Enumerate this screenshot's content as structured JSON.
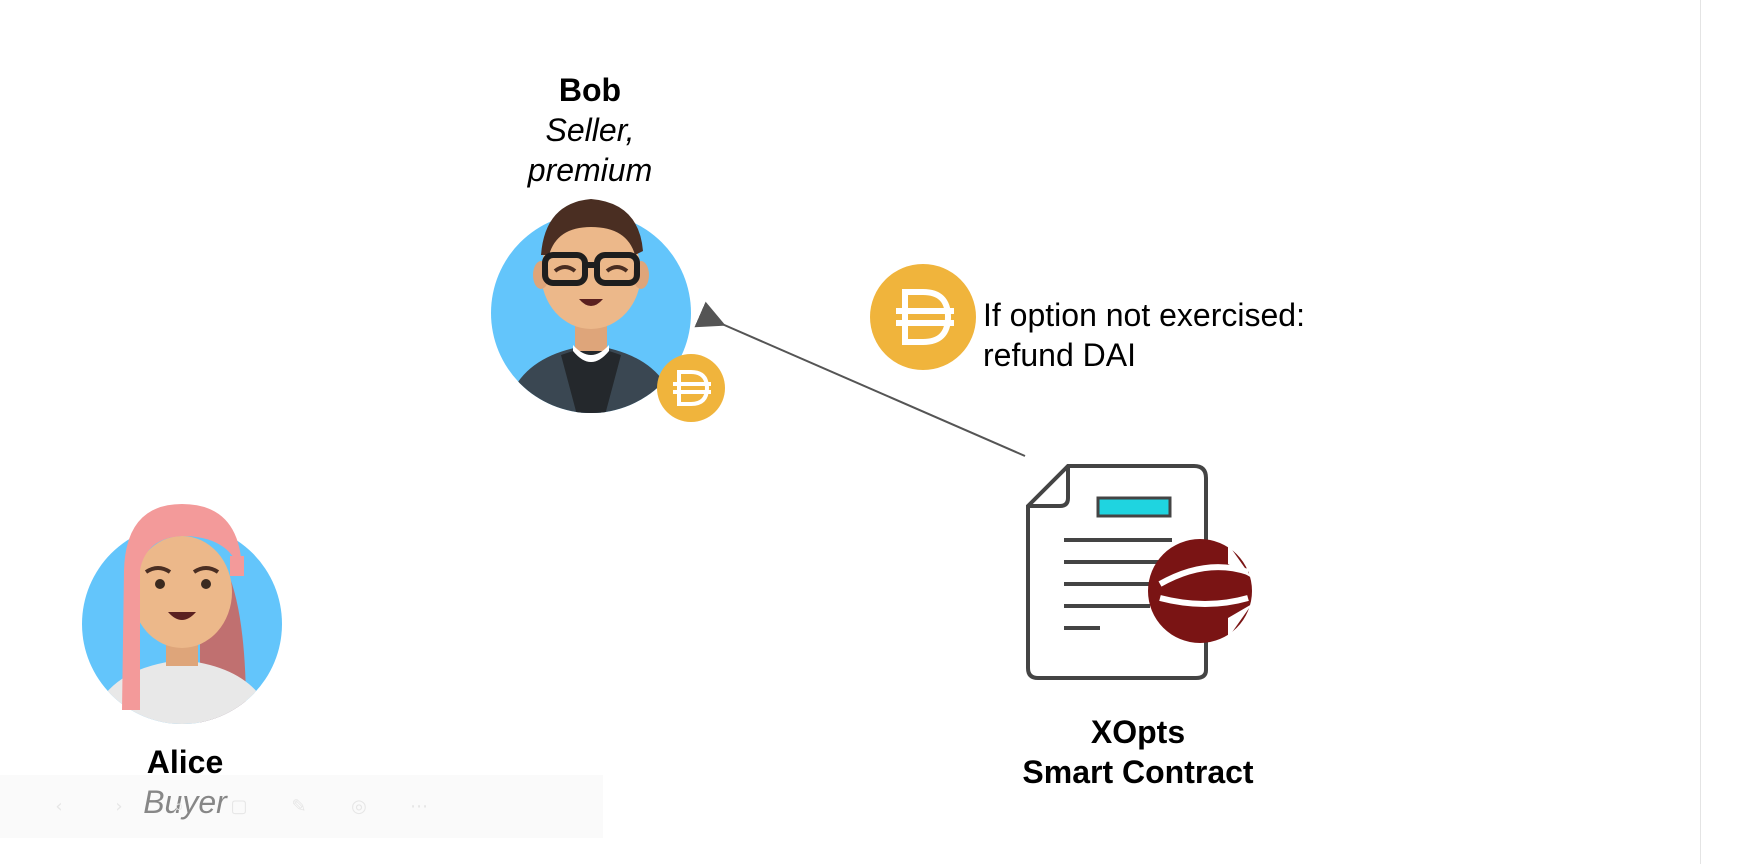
{
  "bob": {
    "name": "Bob",
    "role_line1": "Seller,",
    "role_line2": "premium"
  },
  "alice": {
    "name": "Alice",
    "role": "Buyer"
  },
  "contract": {
    "line1": "XOpts",
    "line2": "Smart Contract"
  },
  "refund": {
    "line1": "If option not exercised:",
    "line2": "refund DAI"
  },
  "colors": {
    "avatar_bg": "#63c5fb",
    "dai_gold": "#f0b43c",
    "contract_logo": "#7a1414",
    "contract_tab": "#1fd4e0",
    "arrow": "#555555"
  },
  "icons": {
    "bob": "male-avatar-icon",
    "alice": "female-avatar-icon",
    "dai": "dai-coin-icon",
    "contract": "smart-contract-document-icon"
  },
  "toolbar": {
    "buttons": [
      "prev-icon",
      "next-icon",
      "zoom-icon",
      "pages-icon",
      "pen-icon",
      "pointer-icon",
      "more-icon"
    ]
  }
}
